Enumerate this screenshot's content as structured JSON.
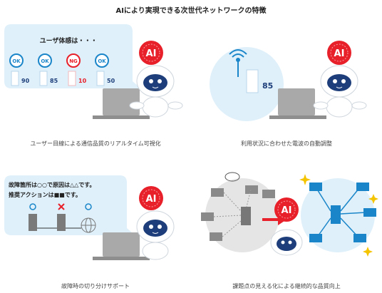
{
  "title": "AIにより実現できる次世代ネットワークの特徴",
  "colors": {
    "accent_red": "#e8202a",
    "blue": "#1a86c9",
    "light_blue": "#dff0fa",
    "robot_navy": "#1d3e7a",
    "grey": "#e5e5e5"
  },
  "panels": [
    {
      "caption": "ユーザー目線による通信品質のリアルタイム可視化",
      "bubble_text": "ユーザ体感は・・・",
      "badge": "AI",
      "status": [
        {
          "label": "OK",
          "value": "90",
          "state": "ok"
        },
        {
          "label": "OK",
          "value": "85",
          "state": "ok"
        },
        {
          "label": "NG",
          "value": "10",
          "state": "ng"
        },
        {
          "label": "OK",
          "value": "50",
          "state": "ok"
        }
      ]
    },
    {
      "caption": "利用状況に合わせた電波の自動調整",
      "badge": "AI",
      "value": "85"
    },
    {
      "caption": "故障時の切り分けサポート",
      "badge": "AI",
      "bubble_line1": "故障箇所は○○で原因は△△です。",
      "bubble_line2": "推奨アクションは■■です。",
      "markers": [
        "ok-circle",
        "ng-cross",
        "ok-circle"
      ]
    },
    {
      "caption": "課題点の見える化による継続的な品質向上",
      "badge": "AI"
    }
  ]
}
